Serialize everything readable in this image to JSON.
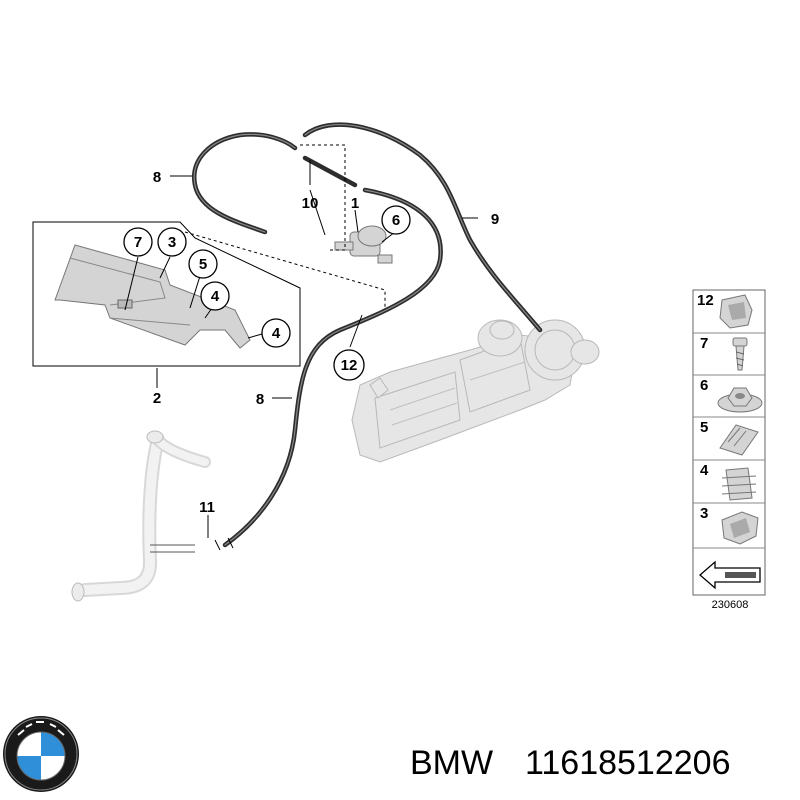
{
  "diagram": {
    "callouts": [
      "8",
      "10",
      "1",
      "6",
      "9",
      "7",
      "3",
      "5",
      "4",
      "4",
      "2",
      "12",
      "8",
      "11"
    ],
    "legend": {
      "rows": [
        {
          "label": "12",
          "icon": "hose-clip-icon"
        },
        {
          "label": "7",
          "icon": "screw-icon"
        },
        {
          "label": "6",
          "icon": "nut-icon"
        },
        {
          "label": "5",
          "icon": "cable-holder-icon"
        },
        {
          "label": "4",
          "icon": "clip-holder-icon"
        },
        {
          "label": "3",
          "icon": "clamp-icon"
        }
      ],
      "code": "230608"
    }
  },
  "brand": {
    "name": "BMW",
    "part_number": "11618512206",
    "logo_icon": "bmw-roundel-icon"
  }
}
